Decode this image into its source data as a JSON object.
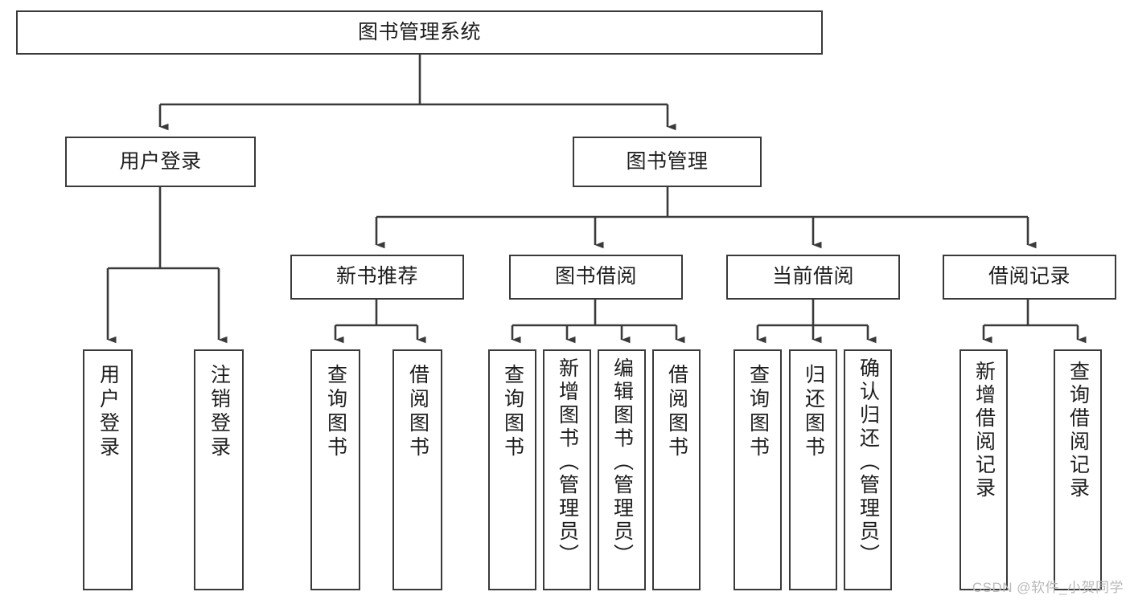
{
  "diagram": {
    "title": "图书管理系统",
    "watermark": "CSDN @软件_小贺同学",
    "root": {
      "label": "图书管理系统"
    },
    "level2": [
      {
        "id": "user-login",
        "label": "用户登录"
      },
      {
        "id": "book-management",
        "label": "图书管理"
      }
    ],
    "level3": [
      {
        "id": "new-book-recommend",
        "label": "新书推荐"
      },
      {
        "id": "book-borrow",
        "label": "图书借阅"
      },
      {
        "id": "current-borrow",
        "label": "当前借阅"
      },
      {
        "id": "borrow-record",
        "label": "借阅记录"
      }
    ],
    "leaves": {
      "user_login": [
        {
          "id": "leaf-user-login",
          "label": "用户登录"
        },
        {
          "id": "leaf-logout-login",
          "label": "注销登录"
        }
      ],
      "new_book_recommend": [
        {
          "id": "leaf-query-book-1",
          "label": "查询图书"
        },
        {
          "id": "leaf-borrow-book-1",
          "label": "借阅图书"
        }
      ],
      "book_borrow": [
        {
          "id": "leaf-query-book-2",
          "label": "查询图书"
        },
        {
          "id": "leaf-add-book",
          "label": "新增图书（管理员）"
        },
        {
          "id": "leaf-edit-book",
          "label": "编辑图书（管理员）"
        },
        {
          "id": "leaf-borrow-book-2",
          "label": "借阅图书"
        }
      ],
      "current_borrow": [
        {
          "id": "leaf-query-book-3",
          "label": "查询图书"
        },
        {
          "id": "leaf-return-book",
          "label": "归还图书"
        },
        {
          "id": "leaf-confirm-return",
          "label": "确认归还（管理员）"
        }
      ],
      "borrow_record": [
        {
          "id": "leaf-add-record",
          "label": "新增借阅记录"
        },
        {
          "id": "leaf-query-record",
          "label": "查询借阅记录"
        }
      ]
    },
    "colors": {
      "stroke": "#3a3a3a",
      "fill": "#ffffff",
      "text": "#1d1d1d",
      "watermark": "#b9b9b9"
    }
  }
}
